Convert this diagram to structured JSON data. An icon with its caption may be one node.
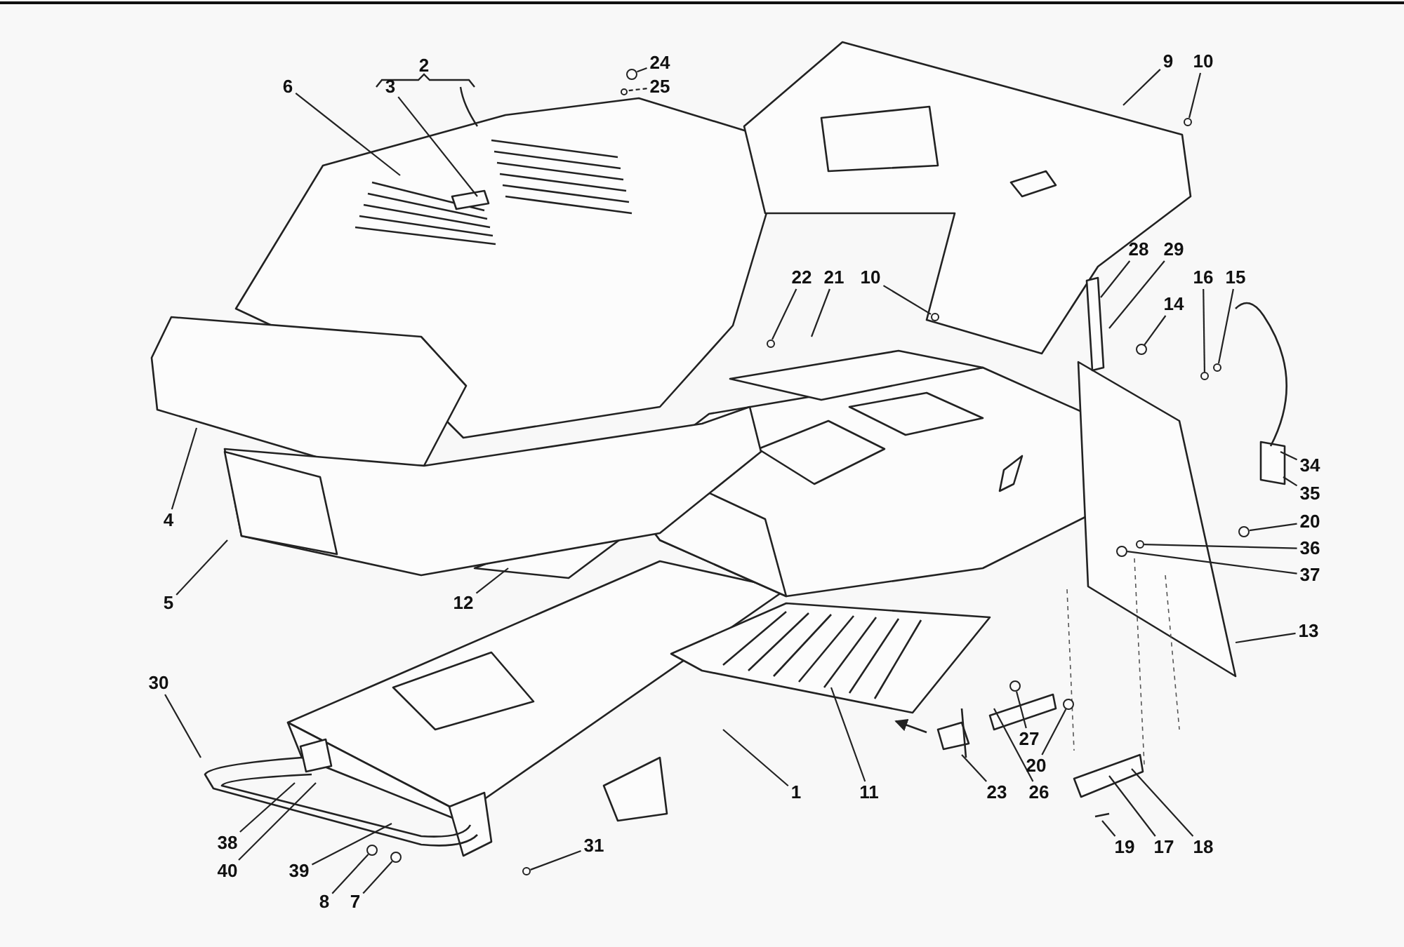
{
  "diagram": {
    "nodes": [
      {
        "text": [
          "24"
        ]
      },
      {
        "text": [
          "25"
        ]
      },
      {
        "text": [
          "3"
        ]
      },
      {
        "text": [
          "6"
        ]
      },
      {
        "text": [
          "9"
        ]
      },
      {
        "text": [
          "10"
        ]
      },
      {
        "text": [
          "22"
        ]
      },
      {
        "text": [
          "21"
        ]
      },
      {
        "text": [
          "10"
        ]
      },
      {
        "text": [
          "28"
        ]
      },
      {
        "text": [
          "29"
        ]
      },
      {
        "text": [
          "14"
        ]
      },
      {
        "text": [
          "16"
        ]
      },
      {
        "text": [
          "15"
        ]
      },
      {
        "text": [
          "34"
        ]
      },
      {
        "text": [
          "35"
        ]
      },
      {
        "text": [
          "20"
        ]
      },
      {
        "text": [
          "36"
        ]
      },
      {
        "text": [
          "37"
        ]
      },
      {
        "text": [
          "4"
        ]
      },
      {
        "text": [
          "5"
        ]
      },
      {
        "text": [
          "12"
        ]
      },
      {
        "text": [
          "13"
        ]
      },
      {
        "text": [
          "30"
        ]
      },
      {
        "text": [
          "27"
        ]
      },
      {
        "text": [
          "20"
        ]
      },
      {
        "text": [
          "1"
        ]
      },
      {
        "text": [
          "11"
        ]
      },
      {
        "text": [
          "23"
        ]
      },
      {
        "text": [
          "26"
        ]
      },
      {
        "text": [
          "38"
        ]
      },
      {
        "text": [
          "40"
        ]
      },
      {
        "text": [
          "39"
        ]
      },
      {
        "text": [
          "31"
        ]
      },
      {
        "text": [
          "19"
        ]
      },
      {
        "text": [
          "17"
        ]
      },
      {
        "text": [
          "18"
        ]
      },
      {
        "text": [
          "8"
        ]
      },
      {
        "text": [
          "7"
        ]
      },
      {
        "text": [],
        "shape": "circle"
      },
      {
        "text": [],
        "shape": "circle"
      },
      {
        "text": [],
        "shape": "circle"
      },
      {
        "text": [],
        "shape": "circle"
      },
      {
        "text": [],
        "shape": "circle"
      },
      {
        "text": [],
        "shape": "circle"
      },
      {
        "text": [],
        "shape": "circle"
      },
      {
        "text": [],
        "shape": "circle"
      },
      {
        "text": [],
        "shape": "circle"
      },
      {
        "text": [],
        "shape": "circle"
      },
      {
        "text": [],
        "shape": "circle"
      },
      {
        "text": [],
        "shape": "circle"
      },
      {
        "text": [],
        "shape": "circle"
      },
      {
        "text": [],
        "shape": "circle"
      },
      {
        "text": [],
        "shape": "circle"
      },
      {
        "text": [],
        "shape": "circle"
      }
    ],
    "edges": [
      {
        "from": 0,
        "to": 42,
        "arrow": "none"
      },
      {
        "from": 1,
        "to": 43,
        "arrow": "none",
        "style": "dashed"
      },
      {
        "from": 2,
        "to": null,
        "arrow": "none"
      },
      {
        "from": 3,
        "to": null,
        "arrow": "none"
      },
      {
        "from": 4,
        "to": null,
        "arrow": "none"
      },
      {
        "from": 5,
        "to": 51,
        "arrow": "none"
      },
      {
        "from": 6,
        "to": 44,
        "arrow": "none"
      },
      {
        "from": 7,
        "to": null,
        "arrow": "none"
      },
      {
        "from": 8,
        "to": 45,
        "arrow": "none"
      },
      {
        "from": 9,
        "to": null,
        "arrow": "none"
      },
      {
        "from": 10,
        "to": null,
        "arrow": "none"
      },
      {
        "from": 11,
        "to": 50,
        "arrow": "none"
      },
      {
        "from": 12,
        "to": 52,
        "arrow": "none"
      },
      {
        "from": 13,
        "to": 53,
        "arrow": "none"
      },
      {
        "from": 14,
        "to": null,
        "arrow": "none"
      },
      {
        "from": 15,
        "to": null,
        "arrow": "none"
      },
      {
        "from": 16,
        "to": 54,
        "arrow": "none"
      },
      {
        "from": 17,
        "to": 49,
        "arrow": "none"
      },
      {
        "from": 18,
        "to": 48,
        "arrow": "none"
      },
      {
        "from": 19,
        "to": null,
        "arrow": "none"
      },
      {
        "from": 20,
        "to": null,
        "arrow": "none"
      },
      {
        "from": 21,
        "to": null,
        "arrow": "none"
      },
      {
        "from": 22,
        "to": null,
        "arrow": "none"
      },
      {
        "from": 23,
        "to": null,
        "arrow": "none"
      },
      {
        "from": 24,
        "to": 46,
        "arrow": "none"
      },
      {
        "from": 25,
        "to": 47,
        "arrow": "none"
      },
      {
        "from": 26,
        "to": null,
        "arrow": "none"
      },
      {
        "from": 27,
        "to": null,
        "arrow": "none"
      },
      {
        "from": 28,
        "to": null,
        "arrow": "none"
      },
      {
        "from": 29,
        "to": null,
        "arrow": "none"
      },
      {
        "from": 30,
        "to": null,
        "arrow": "none"
      },
      {
        "from": 31,
        "to": null,
        "arrow": "none"
      },
      {
        "from": 32,
        "to": null,
        "arrow": "none"
      },
      {
        "from": 33,
        "to": 41,
        "arrow": "none"
      },
      {
        "from": 34,
        "to": null,
        "arrow": "none"
      },
      {
        "from": 35,
        "to": null,
        "arrow": "none"
      },
      {
        "from": 36,
        "to": null,
        "arrow": "none"
      },
      {
        "from": 37,
        "to": 39,
        "arrow": "none"
      },
      {
        "from": 38,
        "to": 40,
        "arrow": "none"
      }
    ],
    "labels": [
      "2"
    ]
  }
}
